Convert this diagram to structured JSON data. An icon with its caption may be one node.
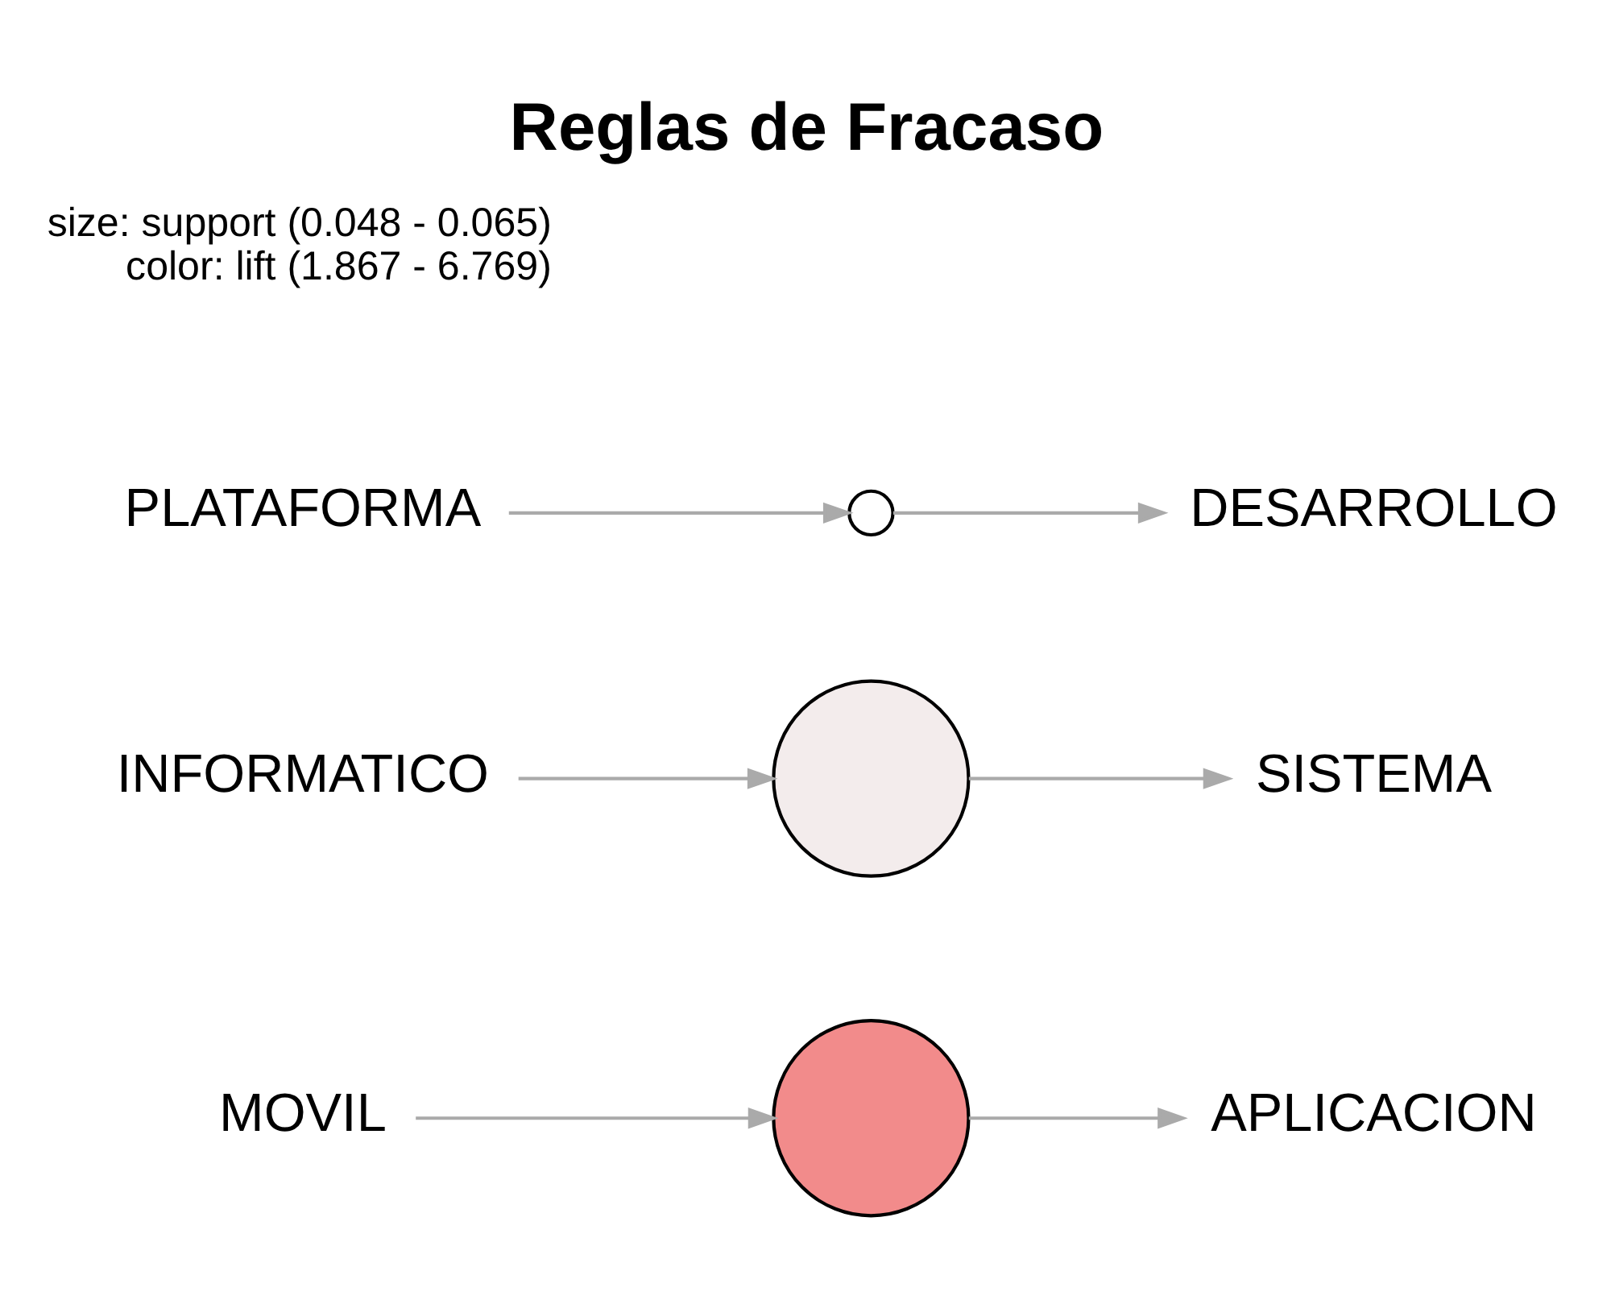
{
  "diagram": {
    "title": "Reglas de Fracaso",
    "nodes": [
      {
        "text": [
          "MOVIL"
        ]
      },
      {
        "text": [],
        "shape": "circle"
      },
      {
        "text": [
          "APLICACION"
        ]
      },
      {
        "text": [
          "INFORMATICO"
        ]
      },
      {
        "text": [],
        "shape": "circle"
      },
      {
        "text": [
          "SISTEMA"
        ]
      },
      {
        "text": [
          "DESARROLLO"
        ]
      },
      {
        "text": [],
        "shape": "circle"
      },
      {
        "text": [
          "PLATAFORMA"
        ]
      }
    ],
    "edges": [
      {
        "from": 0,
        "to": 1,
        "arrow": "to"
      },
      {
        "from": 1,
        "to": 2,
        "arrow": "to"
      },
      {
        "from": 3,
        "to": 4,
        "arrow": "to"
      },
      {
        "from": 4,
        "to": 5,
        "arrow": "to"
      },
      {
        "from": 8,
        "to": 7,
        "arrow": "to"
      },
      {
        "from": 7,
        "to": 6,
        "arrow": "to"
      }
    ],
    "labels": [
      "size: support (0.048 - 0.065)",
      "color: lift (1.867 - 6.769)"
    ]
  }
}
